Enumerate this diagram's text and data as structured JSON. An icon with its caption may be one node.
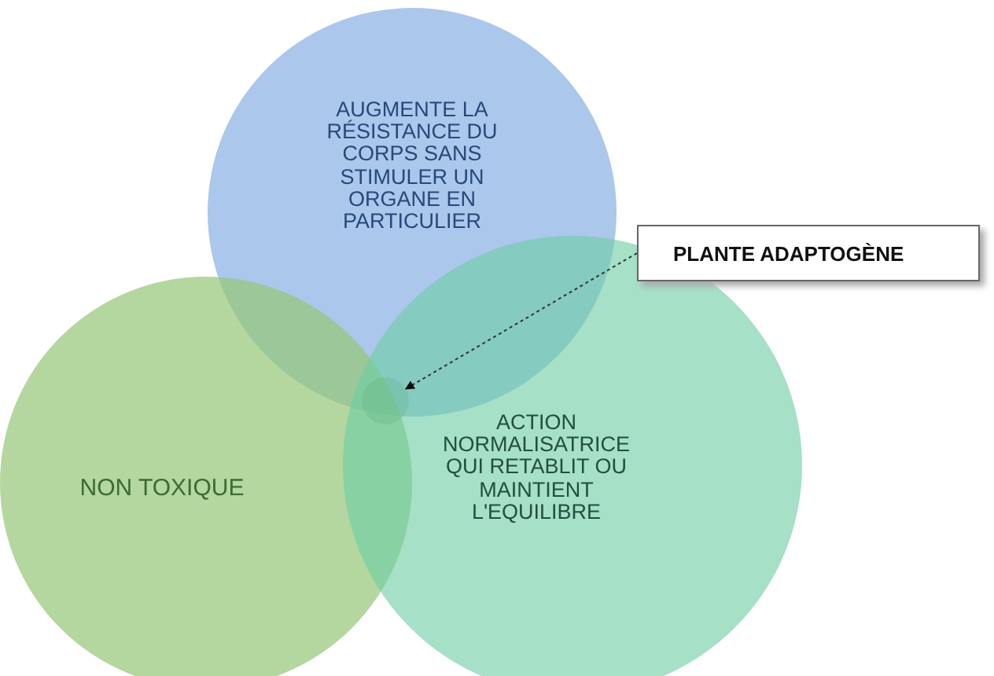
{
  "diagram": {
    "nodes": [
      {
        "text": [
          "AUGMENTE LA RÉSISTANCE DU CORPS SANS STIMULER UN ORGANE EN PARTICULIER"
        ]
      },
      {
        "text": [
          "NON TOXIQUE"
        ]
      },
      {
        "text": [
          "ACTION NORMALISATRICE QUI RETABLIT OU MAINTIENT L'EQUILIBRE"
        ]
      },
      {
        "text": [
          "PLANTE ADAPTOGÈNE"
        ]
      },
      {
        "text": [],
        "shape": "circle"
      }
    ],
    "edges": [
      {
        "from": 3,
        "to": 4,
        "arrow": "to",
        "style": "dashed"
      }
    ]
  }
}
